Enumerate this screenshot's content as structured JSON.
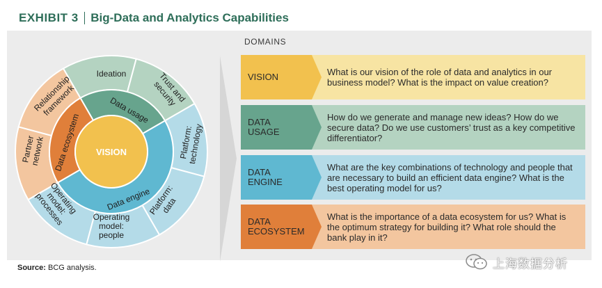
{
  "header": {
    "exhibit": "EXHIBIT 3",
    "title": "Big-Data and Analytics Capabilities"
  },
  "wheel": {
    "center": "VISION",
    "middle": [
      {
        "label": "Data usage",
        "color": "#67a48d"
      },
      {
        "label": "Data engine",
        "color": "#5fb8d1"
      },
      {
        "label": "Data ecosystem",
        "color": "#e07f3a"
      }
    ],
    "outer": [
      {
        "label": "Ideation",
        "group": "usage"
      },
      {
        "label": "Trust and security",
        "group": "usage"
      },
      {
        "label": "Platform: technology",
        "group": "engine"
      },
      {
        "label": "Platform: data",
        "group": "engine"
      },
      {
        "label": "Operating model: people",
        "group": "engine"
      },
      {
        "label": "Operating model: processes",
        "group": "engine"
      },
      {
        "label": "Partner network",
        "group": "ecosystem"
      },
      {
        "label": "Relationship framework",
        "group": "ecosystem"
      }
    ]
  },
  "domains_label": "DOMAINS",
  "domains": [
    {
      "name_line1": "VISION",
      "name_line2": "",
      "question": "What is our vision of the role of data and analytics in our business model? What is the impact on value creation?",
      "tag_color": "#f2c14e",
      "bg_color": "#f7e4a3"
    },
    {
      "name_line1": "DATA",
      "name_line2": "USAGE",
      "question": "How do we generate and manage new ideas? How do we secure data? Do we use customers’ trust as a key competitive differentiator?",
      "tag_color": "#67a48d",
      "bg_color": "#b4d3c1"
    },
    {
      "name_line1": "DATA",
      "name_line2": "ENGINE",
      "question": "What are the key combinations of technology and people that are necessary to build an efficient data engine? What is the best operating model for us?",
      "tag_color": "#5fb8d1",
      "bg_color": "#b4dbe8"
    },
    {
      "name_line1": "DATA",
      "name_line2": "ECOSYSTEM",
      "question": "What is the importance of a data ecosystem for us? What is the optimum strategy for building it? What role should the bank play in it?",
      "tag_color": "#e07f3a",
      "bg_color": "#f3c69f"
    }
  ],
  "source": {
    "label": "Source:",
    "text": "BCG analysis."
  },
  "watermark": {
    "text": "上海数据分析",
    "icon": "wechat-icon"
  }
}
